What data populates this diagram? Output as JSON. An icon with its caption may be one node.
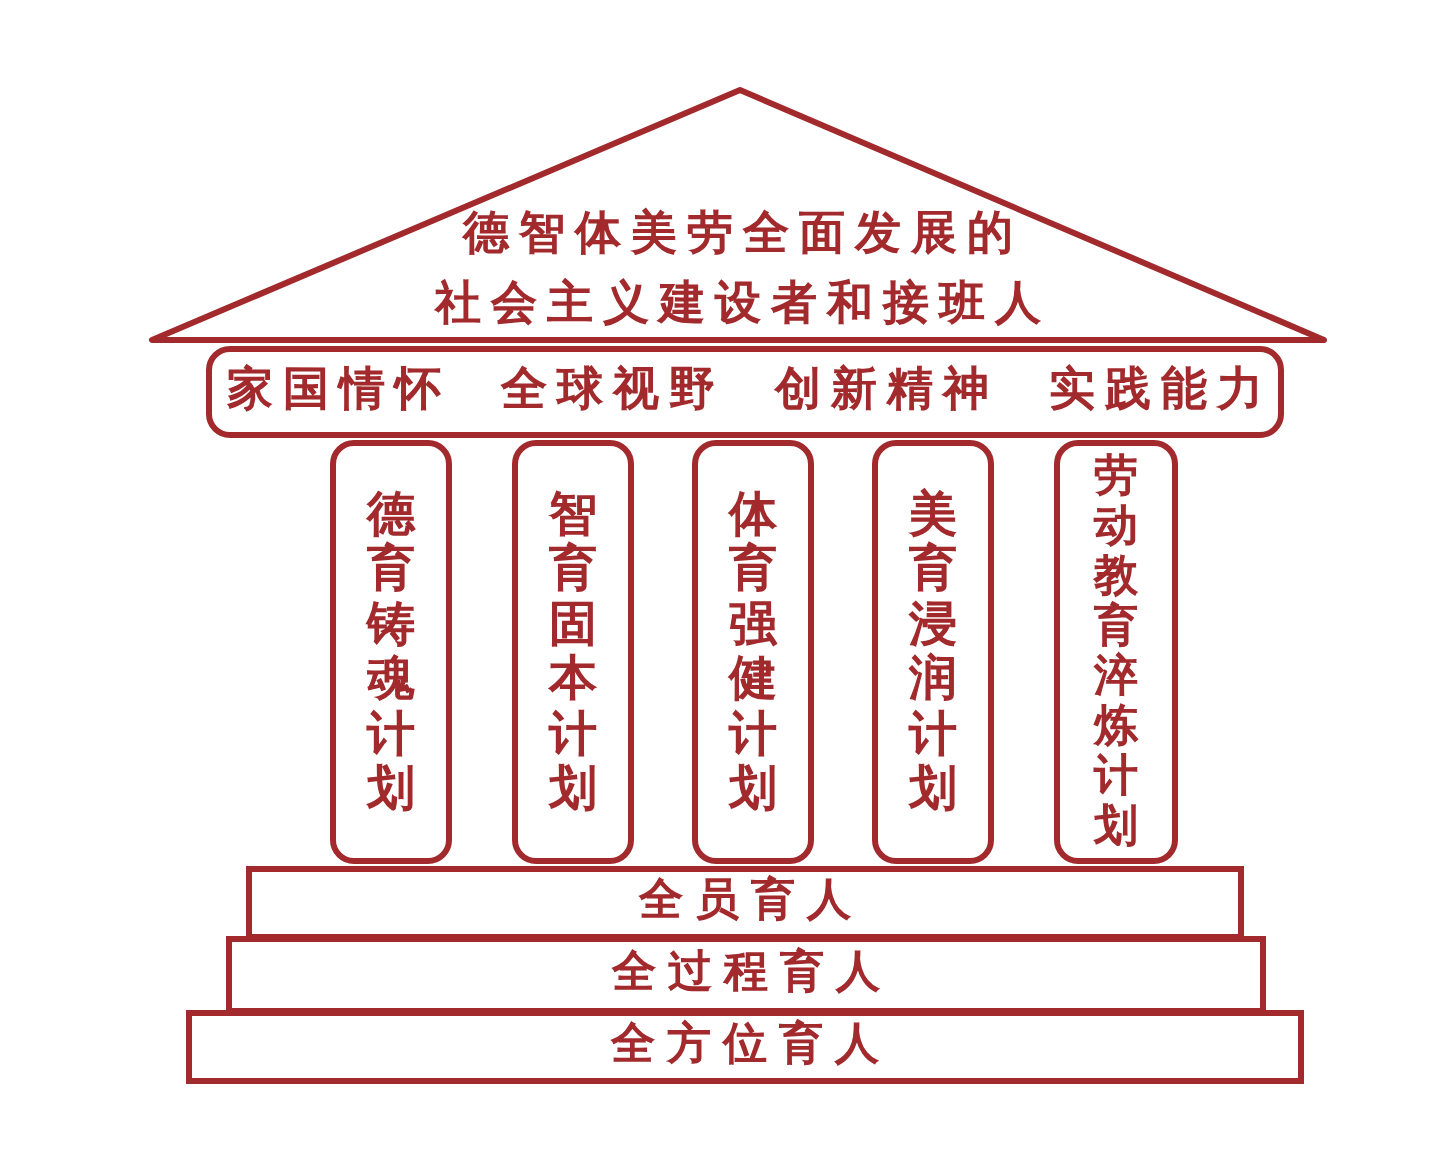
{
  "diagram": {
    "nodes": [
      {
        "text": [
          "德智体美劳全面发展的",
          "社会主义建设者和接班人"
        ]
      },
      {
        "text": [
          "家国情怀",
          "全球视野",
          "创新精神",
          "实践能力"
        ]
      },
      {
        "text": [
          "德育铸魂计划"
        ]
      },
      {
        "text": [
          "智育固本计划"
        ]
      },
      {
        "text": [
          "体育强健计划"
        ]
      },
      {
        "text": [
          "美育浸润计划"
        ]
      },
      {
        "text": [
          "劳动教育淬炼计划"
        ]
      },
      {
        "text": [
          "全员育人"
        ]
      },
      {
        "text": [
          "全过程育人"
        ]
      },
      {
        "text": [
          "全方位育人"
        ]
      }
    ]
  }
}
